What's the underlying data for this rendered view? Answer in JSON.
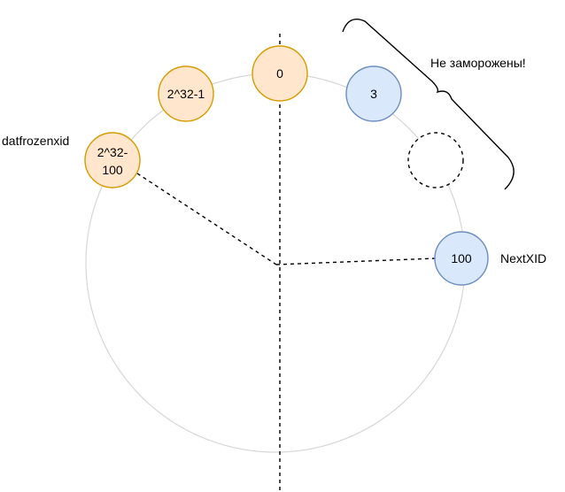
{
  "colors": {
    "ring": "#d6d6d6",
    "orange_fill": "#ffe6cc",
    "orange_stroke": "#d79b00",
    "blue_fill": "#dae8fc",
    "blue_stroke": "#6c8ebf",
    "dashed": "#000000"
  },
  "nodes": {
    "zero": {
      "label": "0"
    },
    "max": {
      "label": "2^32-1"
    },
    "frozen_line1": "2^32-",
    "frozen_line2": "100",
    "three": {
      "label": "3"
    },
    "hundred": {
      "label": "100"
    }
  },
  "labels": {
    "datfrozenxid": "datfrozenxid",
    "nextxid": "NextXID",
    "not_frozen": "Не заморожены!"
  }
}
